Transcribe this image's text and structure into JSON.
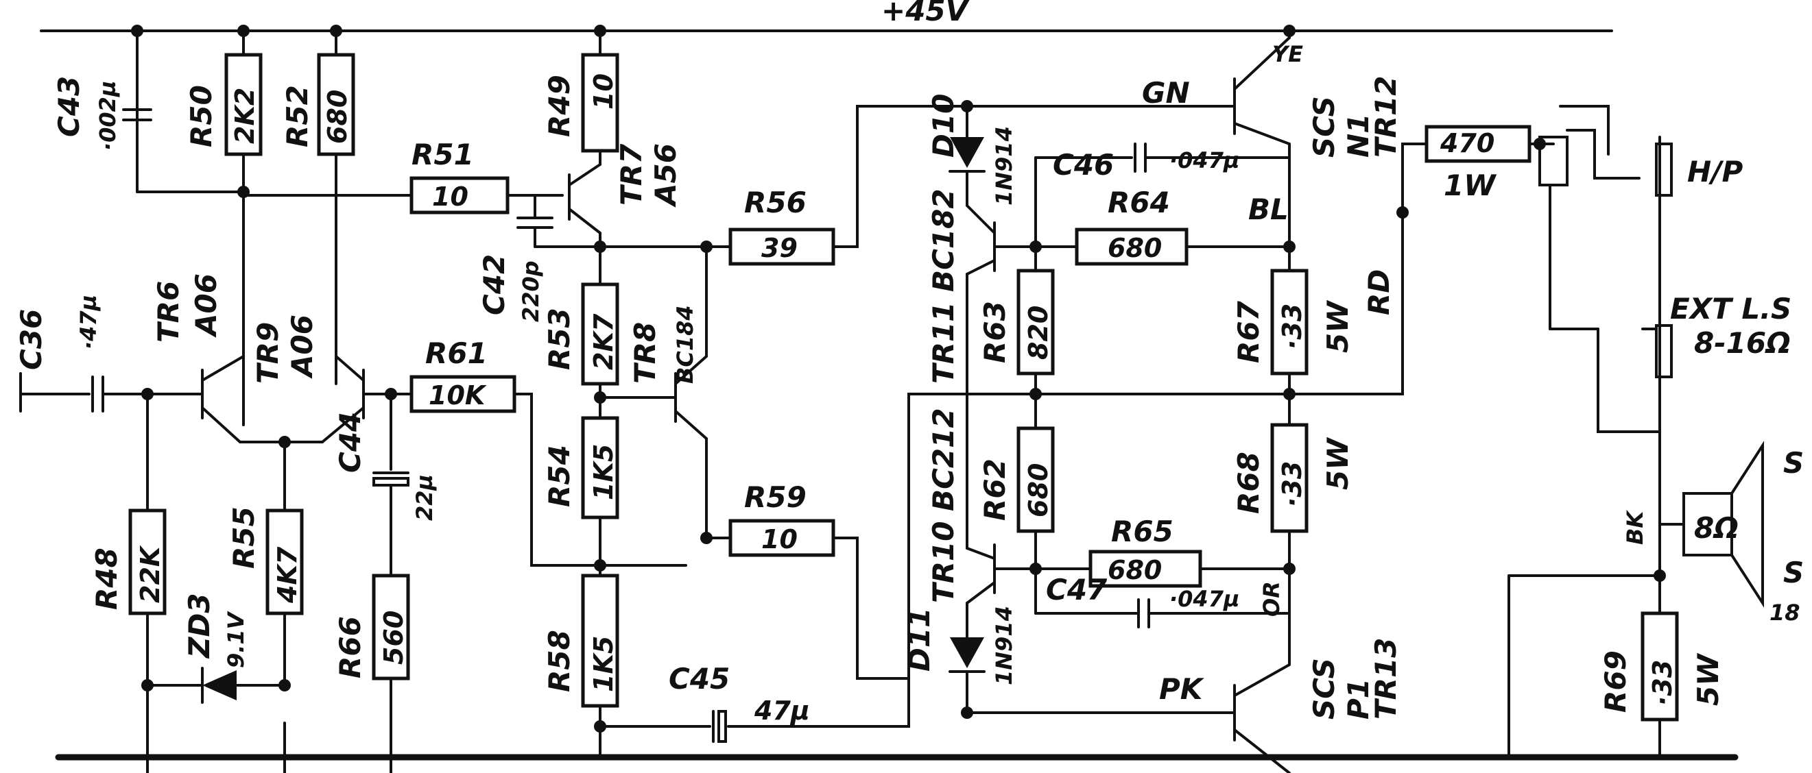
{
  "supply": "+45V",
  "resistors": [
    {
      "ref": "R50",
      "value": "2K2"
    },
    {
      "ref": "R52",
      "value": "680"
    },
    {
      "ref": "R49",
      "value": "10"
    },
    {
      "ref": "R51",
      "value": "10"
    },
    {
      "ref": "R56",
      "value": "39"
    },
    {
      "ref": "R61",
      "value": "10K"
    },
    {
      "ref": "R53",
      "value": "2K7"
    },
    {
      "ref": "R54",
      "value": "1K5"
    },
    {
      "ref": "R59",
      "value": "10"
    },
    {
      "ref": "R58",
      "value": "1K5"
    },
    {
      "ref": "R48",
      "value": "22K"
    },
    {
      "ref": "R55",
      "value": "4K7"
    },
    {
      "ref": "R66",
      "value": "560"
    },
    {
      "ref": "R63",
      "value": "820"
    },
    {
      "ref": "R62",
      "value": "680"
    },
    {
      "ref": "R64",
      "value": "680"
    },
    {
      "ref": "R65",
      "value": "680"
    },
    {
      "ref": "R67",
      "value": "·33",
      "rating": "5W"
    },
    {
      "ref": "R68",
      "value": "·33",
      "rating": "5W"
    },
    {
      "ref": "R69",
      "value": "·33",
      "rating": "5W"
    },
    {
      "ref": "",
      "value": "470",
      "rating": "1W"
    }
  ],
  "capacitors": [
    {
      "ref": "C43",
      "value": "·002µ"
    },
    {
      "ref": "C36",
      "value": "·47µ"
    },
    {
      "ref": "C42",
      "value": "220p"
    },
    {
      "ref": "C44",
      "value": "22µ"
    },
    {
      "ref": "C45",
      "value": "47µ"
    },
    {
      "ref": "C46",
      "value": "·047µ"
    },
    {
      "ref": "C47",
      "value": "·047µ"
    }
  ],
  "transistors": [
    {
      "ref": "TR6",
      "type": "A06"
    },
    {
      "ref": "TR9",
      "type": "A06"
    },
    {
      "ref": "TR7",
      "type": "A56"
    },
    {
      "ref": "TR8",
      "type": "BC184"
    },
    {
      "ref": "TR11",
      "type": "BC182"
    },
    {
      "ref": "TR10",
      "type": "BC212"
    },
    {
      "ref": "TR12",
      "type": "SCS N1"
    },
    {
      "ref": "TR13",
      "type": "SCS P1"
    }
  ],
  "diodes": [
    {
      "ref": "D10",
      "type": "1N914"
    },
    {
      "ref": "D11",
      "type": "1N914"
    },
    {
      "ref": "ZD3",
      "type": "9.1V"
    }
  ],
  "wire_labels": {
    "gn": "GN",
    "ye": "YE",
    "bl": "BL",
    "rd": "RD",
    "pk": "PK",
    "or": "OR",
    "bk": "BK"
  },
  "output_labels": {
    "headphone": "H/P",
    "ext_speaker": "EXT L.S",
    "ext_impedance": "8-16Ω",
    "speaker": "8Ω",
    "right_fragment_1": "S",
    "right_fragment_2": "S",
    "right_fragment_3": "18"
  }
}
